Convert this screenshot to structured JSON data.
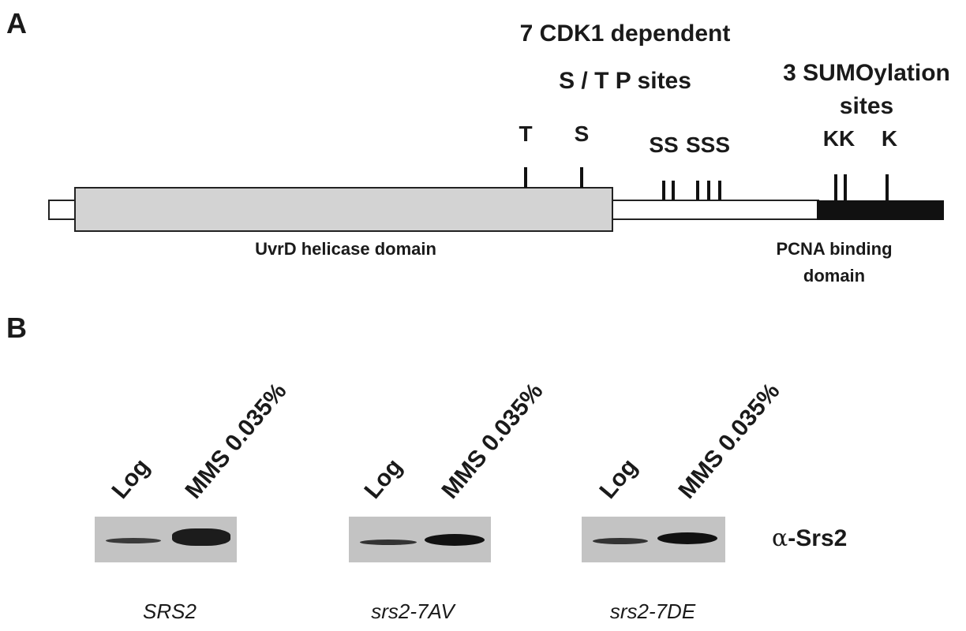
{
  "panel_a": {
    "letter": "A",
    "cdk_title_line1": "7 CDK1 dependent",
    "cdk_title_line2": "S / T P sites",
    "sumo_title_line1": "3 SUMOylation",
    "sumo_title_line2": "sites",
    "site_labels": {
      "t": "T",
      "s": "S",
      "ss_group": "SS",
      "sss_group": "SSS",
      "kk_group": "KK",
      "k": "K"
    },
    "domain_helicase": "UvrD helicase domain",
    "domain_pcna_line1": "PCNA binding",
    "domain_pcna_line2": "domain"
  },
  "panel_b": {
    "letter": "B",
    "lane_log": "Log",
    "lane_mms": "MMS 0.035%",
    "antibody_prefix": "α",
    "antibody_suffix": "-Srs2",
    "genotypes": [
      "SRS2",
      "srs2-7AV",
      "srs2-7DE"
    ]
  }
}
